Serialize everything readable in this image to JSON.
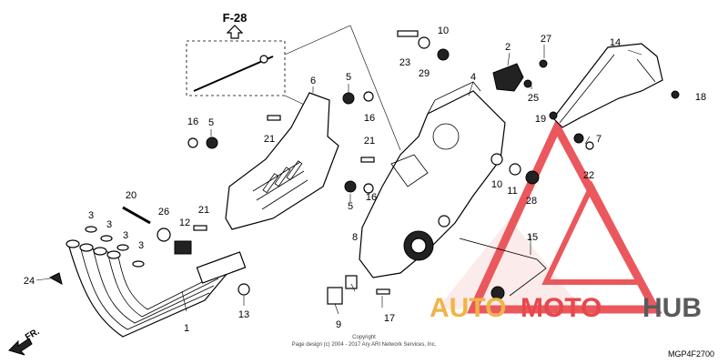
{
  "diagram": {
    "ref_section": "F-28",
    "diagram_code": "MGP4F2700",
    "direction_label": "FR.",
    "copyright_title": "Copyright",
    "copyright_text": "Page design (c) 2004 - 2017 Ary ARI Network Services, Inc.",
    "callouts": [
      "1",
      "2",
      "3",
      "3",
      "3",
      "3",
      "4",
      "5",
      "5",
      "5",
      "6",
      "7",
      "8",
      "9",
      "10",
      "10",
      "11",
      "12",
      "13",
      "14",
      "15",
      "16",
      "16",
      "16",
      "17",
      "18",
      "19",
      "20",
      "21",
      "21",
      "21",
      "22",
      "23",
      "24",
      "25",
      "26",
      "27",
      "28",
      "29"
    ],
    "colors": {
      "line": "#000000",
      "background": "#ffffff",
      "watermark_red": "#e8474c",
      "watermark_orange": "#f0b44a",
      "watermark_gray": "#5a5a5a"
    }
  },
  "watermark": {
    "part_auto": "AUTO",
    "part_moto": "MOTO",
    "part_hub": "HUB"
  }
}
